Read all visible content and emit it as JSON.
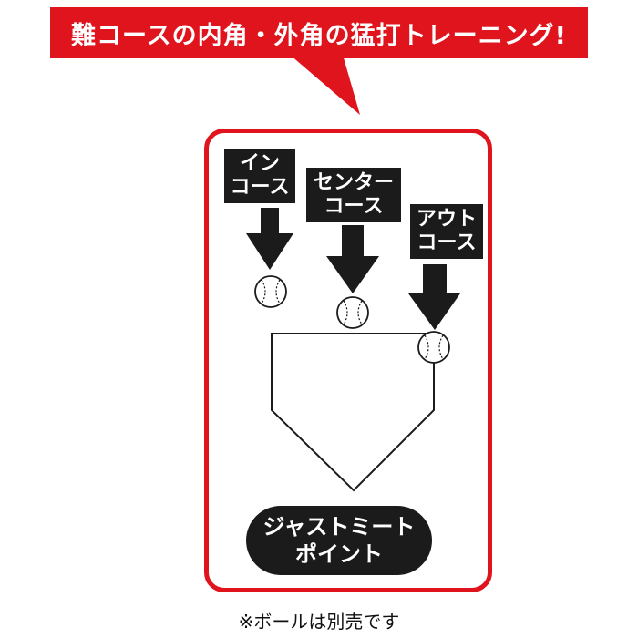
{
  "banner": {
    "text": "難コースの内角・外角の猛打トレーニング!"
  },
  "courses": {
    "inside": [
      "イン",
      "コース"
    ],
    "center": [
      "センター",
      "コース"
    ],
    "outside": [
      "アウト",
      "コース"
    ]
  },
  "pill": {
    "line1": "ジャストミート",
    "line2": "ポイント"
  },
  "note": {
    "text": "※ボールは別売です"
  },
  "colors": {
    "accent": "#e0141c",
    "label_bg": "#1b1b1b"
  },
  "icons": [
    "arrow-down-icon",
    "baseball-icon",
    "home-plate"
  ]
}
